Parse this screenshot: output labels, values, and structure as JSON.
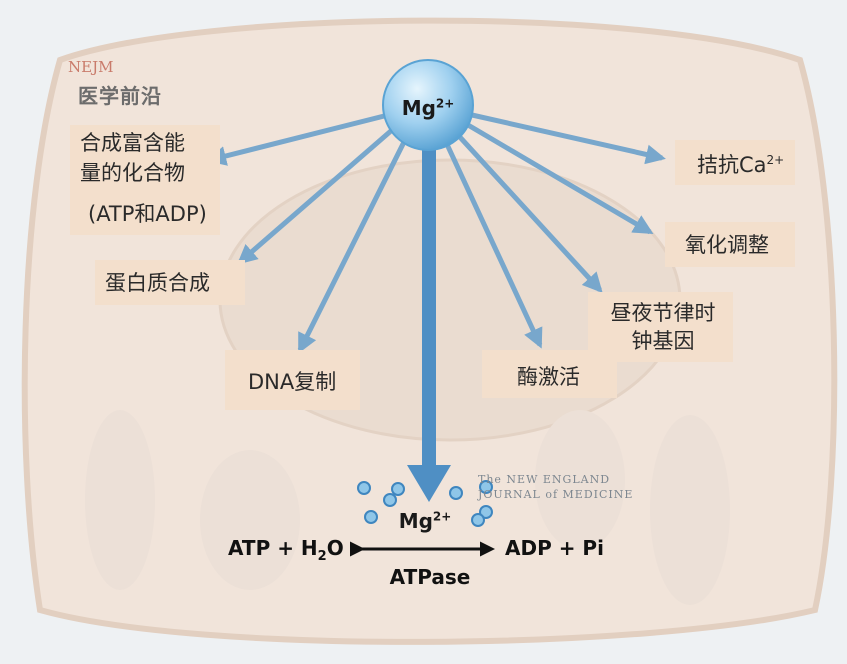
{
  "logo": {
    "nejm": "NEJM",
    "chinese": "医学前沿"
  },
  "watermark": {
    "line1": "The NEW ENGLAND",
    "line2": "JOURNAL of MEDICINE"
  },
  "center": {
    "ion": "Mg",
    "charge": "2+"
  },
  "labels": {
    "energy_line1": "合成富含能",
    "energy_line2": "量的化合物",
    "energy_line3": "(ATP和ADP)",
    "protein": "蛋白质合成",
    "dna": "DNA复制",
    "enzyme": "酶激活",
    "circadian_line1": "昼夜节律时",
    "circadian_line2": "钟基因",
    "oxidation": "氧化调整",
    "antagonize_prefix": "拮抗Ca",
    "antagonize_charge": "2+"
  },
  "reaction": {
    "left": "ATP + H",
    "left_sub": "2",
    "left_end": "O",
    "right": "ADP + Pi",
    "ion": "Mg",
    "ion_charge": "2+",
    "enzyme": "ATPase"
  },
  "colors": {
    "arrow": "#78a7cc",
    "sphere": "#8fc6e8",
    "label_box": "#f3dfcc",
    "cell": "#f1e4da"
  }
}
